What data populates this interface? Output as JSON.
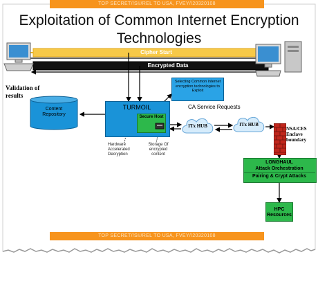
{
  "banner_top": "TOP SECRET//SI//REL TO USA, FVEY//20320108",
  "banner_bottom": "TOP SECRET//SI//REL TO USA, FVEY//20320108",
  "title_line1": "Exploitation of Common Internet Encryption",
  "title_line2": "Technologies",
  "cipher_start": "Cipher Start",
  "encrypted_data": "Encrypted Data",
  "validation": "Validation of results",
  "content_repository": "Content Repository",
  "turmoil": "TURMOIL",
  "secure_host": "Secure Host",
  "selecting_note": "Selecting Common internet encryption technologies to Exploit",
  "ca_requests": "CA Service Requests",
  "itx_hub_1": "ITx HUB",
  "itx_hub_2": "ITx HUB",
  "hw_decrypt": "Hardware Accelerated Decryption",
  "storage": "Storage Of encrypted content",
  "enclave": "NSA/CES Enclave boundary",
  "longhaul": "LONGHAUL",
  "attack_orch": "Attack Orchestration",
  "pairing": "Pairing & Crypt Attacks",
  "hpc": "HPC Resources",
  "colors": {
    "banner": "#f7941d",
    "blue_box": "#1a93d8",
    "green_box": "#2db84b",
    "cipher_bar": "#f7c948",
    "firewall": "#c0271c"
  }
}
